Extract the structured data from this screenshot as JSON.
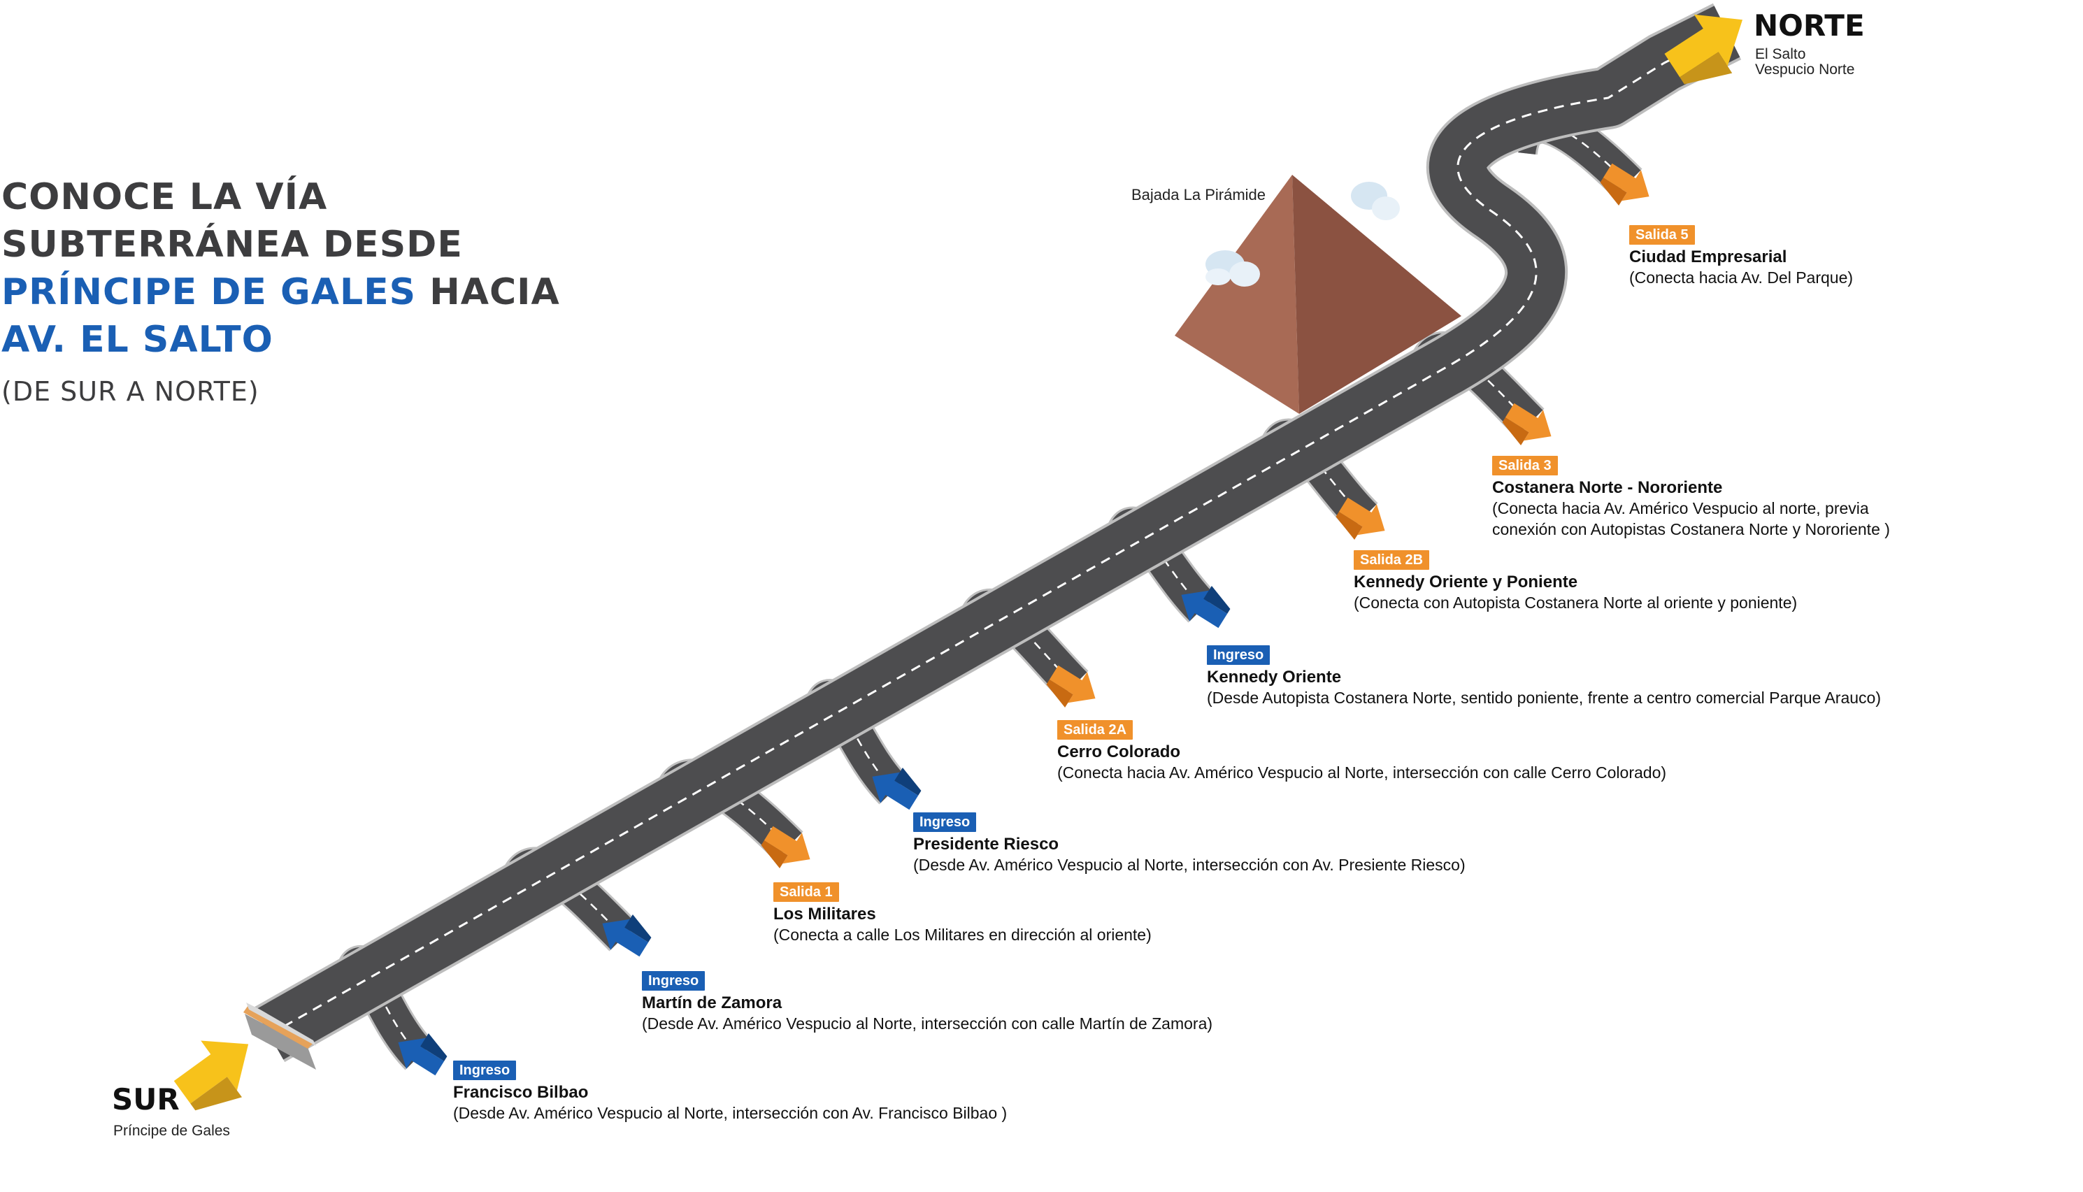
{
  "headline": {
    "line1": "CONOCE LA VÍA",
    "line2": "SUBTERRÁNEA DESDE",
    "line3_blue": "PRÍNCIPE DE GALES",
    "line3_rest": "HACIA",
    "line4_blue": "AV. EL SALTO",
    "subtitle": "(DE SUR A NORTE)"
  },
  "north": {
    "title": "NORTE",
    "line1": "El Salto",
    "line2": "Vespucio Norte"
  },
  "south": {
    "title": "SUR",
    "subtitle": "Príncipe de Gales"
  },
  "pyramid_label": "Bajada La Pirámide",
  "colors": {
    "road": "#4d4d4f",
    "road_edge": "#bfbfbf",
    "ingreso": "#1a5fb4",
    "salida": "#f0912b",
    "direction_arrow": "#f7c21b",
    "pyramid": "#8b5241",
    "headline": "#3d3d3f"
  },
  "stations": [
    {
      "badge": "Ingreso",
      "kind": "ingreso",
      "name": "Francisco Bilbao",
      "desc": "(Desde Av. Américo Vespucio al Norte, intersección con Av. Francisco Bilbao )"
    },
    {
      "badge": "Ingreso",
      "kind": "ingreso",
      "name": "Martín de Zamora",
      "desc": "(Desde Av. Américo Vespucio al Norte, intersección con calle Martín de Zamora)"
    },
    {
      "badge": "Salida 1",
      "kind": "salida",
      "name": "Los Militares",
      "desc": "(Conecta a calle Los Militares en dirección al oriente)"
    },
    {
      "badge": "Ingreso",
      "kind": "ingreso",
      "name": "Presidente Riesco",
      "desc": "(Desde Av. Américo Vespucio al Norte, intersección con Av. Presiente Riesco)"
    },
    {
      "badge": "Salida 2A",
      "kind": "salida",
      "name": "Cerro Colorado",
      "desc": "(Conecta hacia Av. Américo Vespucio al Norte, intersección con calle Cerro Colorado)"
    },
    {
      "badge": "Ingreso",
      "kind": "ingreso",
      "name": "Kennedy Oriente",
      "desc": "(Desde Autopista Costanera Norte, sentido poniente, frente a centro comercial Parque Arauco)"
    },
    {
      "badge": "Salida 2B",
      "kind": "salida",
      "name": "Kennedy Oriente y Poniente",
      "desc": "(Conecta con Autopista Costanera Norte al oriente y poniente)"
    },
    {
      "badge": "Salida 3",
      "kind": "salida",
      "name": "Costanera Norte - Nororiente",
      "desc": "(Conecta hacia Av. Américo Vespucio al norte, previa\nconexión con Autopistas Costanera Norte y Nororiente )"
    },
    {
      "badge": "Salida 5",
      "kind": "salida",
      "name": "Ciudad Empresarial",
      "desc": "(Conecta hacia Av. Del Parque)"
    }
  ]
}
